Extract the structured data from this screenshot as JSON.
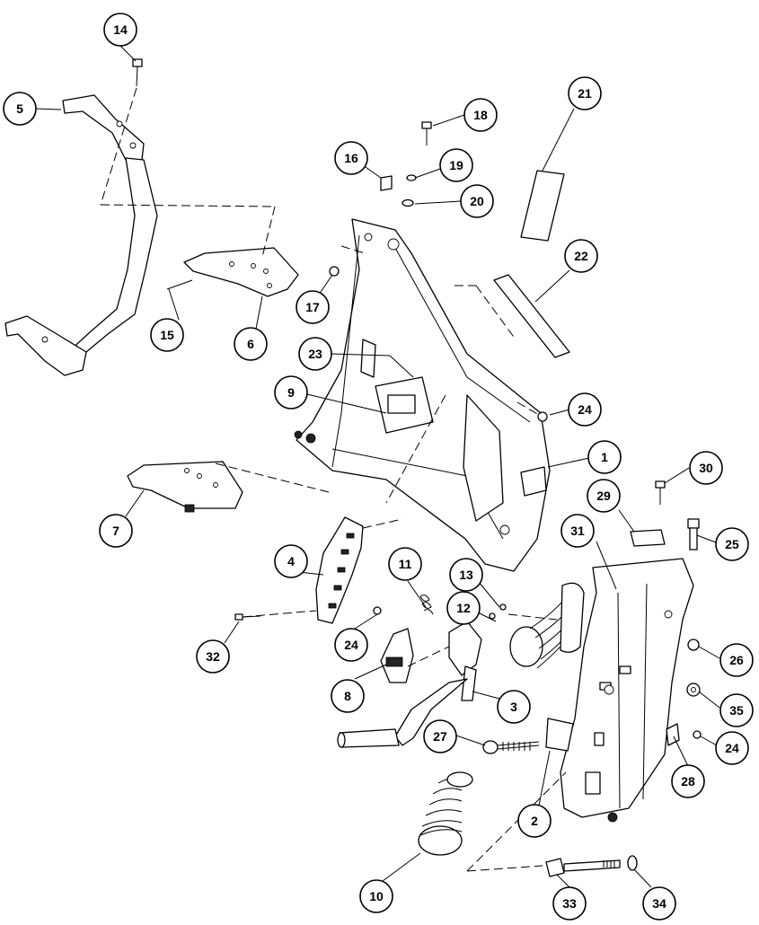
{
  "callouts": [
    {
      "label": "1"
    },
    {
      "label": "2"
    },
    {
      "label": "3"
    },
    {
      "label": "4"
    },
    {
      "label": "5"
    },
    {
      "label": "6"
    },
    {
      "label": "7"
    },
    {
      "label": "8"
    },
    {
      "label": "9"
    },
    {
      "label": "10"
    },
    {
      "label": "11"
    },
    {
      "label": "12"
    },
    {
      "label": "13"
    },
    {
      "label": "14"
    },
    {
      "label": "15"
    },
    {
      "label": "16"
    },
    {
      "label": "17"
    },
    {
      "label": "18"
    },
    {
      "label": "19"
    },
    {
      "label": "20"
    },
    {
      "label": "21"
    },
    {
      "label": "22"
    },
    {
      "label": "23"
    },
    {
      "label": "24"
    },
    {
      "label": "24"
    },
    {
      "label": "24"
    },
    {
      "label": "25"
    },
    {
      "label": "26"
    },
    {
      "label": "27"
    },
    {
      "label": "28"
    },
    {
      "label": "29"
    },
    {
      "label": "30"
    },
    {
      "label": "31"
    },
    {
      "label": "32"
    },
    {
      "label": "33"
    },
    {
      "label": "34"
    },
    {
      "label": "35"
    }
  ]
}
